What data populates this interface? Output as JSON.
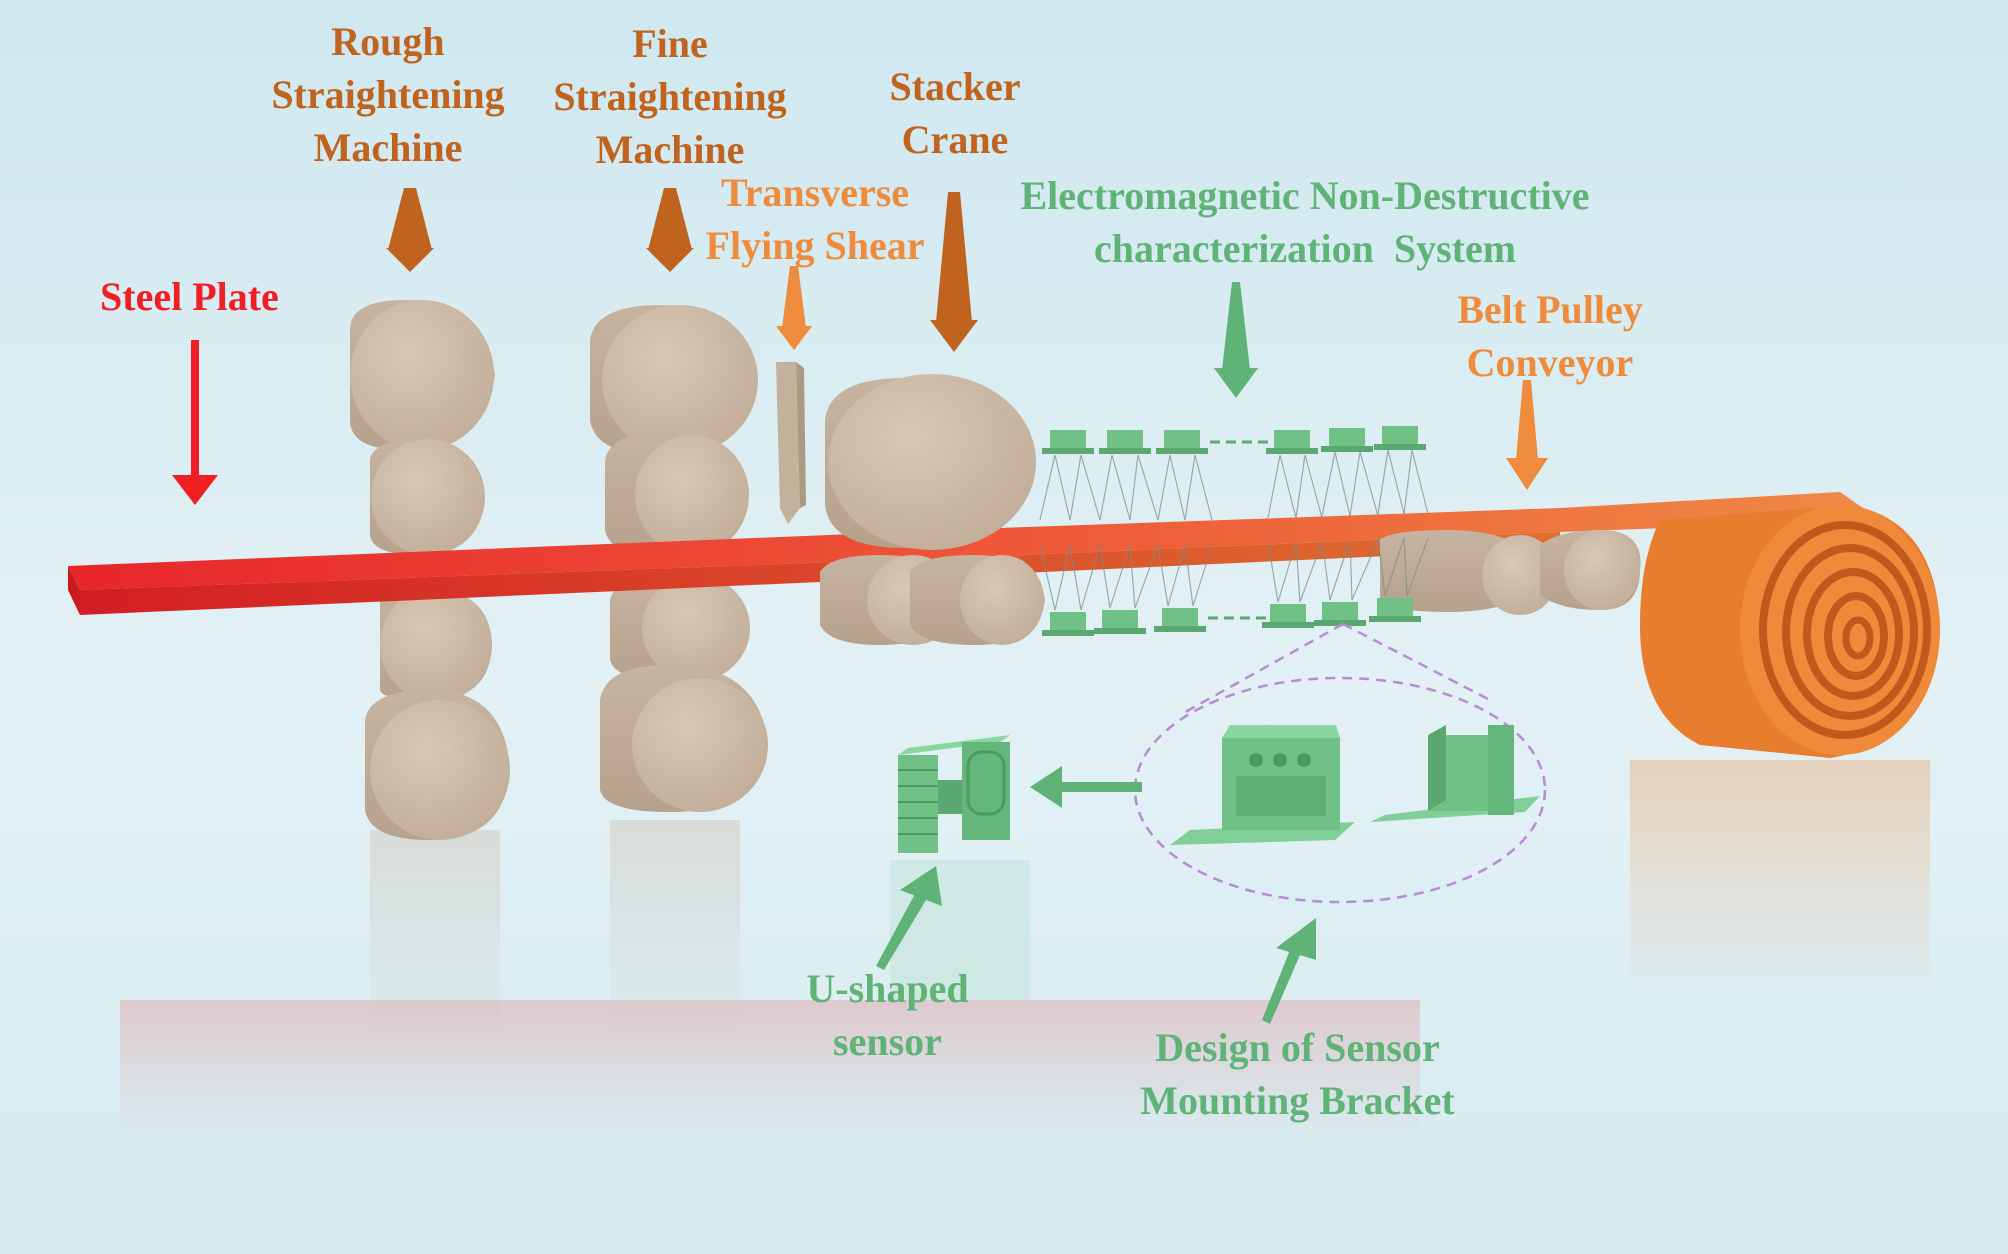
{
  "labels": {
    "steel_plate": "Steel Plate",
    "rough_straightening": [
      "Rough",
      "Straightening",
      "Machine"
    ],
    "fine_straightening": [
      "Fine",
      "Straightening",
      "Machine"
    ],
    "stacker_crane": [
      "Stacker",
      "Crane"
    ],
    "transverse_flying_shear": [
      "Transverse",
      "Flying Shear"
    ],
    "em_system": [
      "Electromagnetic Non-Destructive",
      "characterization  System"
    ],
    "belt_pulley_conveyor": [
      "Belt Pulley",
      "Conveyor"
    ],
    "u_shaped_sensor": [
      "U-shaped",
      "sensor"
    ],
    "sensor_bracket": [
      "Design of Sensor",
      "Mounting Bracket"
    ]
  },
  "colors": {
    "background_top": "#cfe8ef",
    "background_bottom": "#e4f2f6",
    "label_brown": "#c0631f",
    "label_orange": "#ef8b3c",
    "label_red": "#ef1f24",
    "label_green": "#5fb377",
    "roller": "#cbb9a6",
    "plate_start": "#e8262c",
    "plate_end": "#ef8a45",
    "coil": "#ef8a3a",
    "sensor": "#6fc185"
  }
}
